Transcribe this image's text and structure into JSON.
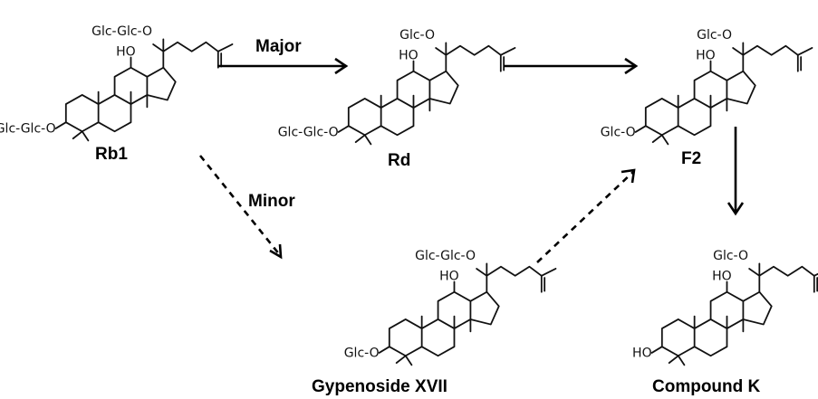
{
  "molecules": [
    {
      "id": "rb1",
      "label": "Rb1",
      "top_substituent": "Glc-Glc-O",
      "hydroxyl": "HO",
      "ring_a_substituent": "Glc-Glc-O"
    },
    {
      "id": "rd",
      "label": "Rd",
      "top_substituent": "Glc-O",
      "hydroxyl": "HO",
      "ring_a_substituent": "Glc-Glc-O"
    },
    {
      "id": "f2",
      "label": "F2",
      "top_substituent": "Glc-O",
      "hydroxyl": "HO",
      "ring_a_substituent": "Glc-O"
    },
    {
      "id": "gypenoside-xvii",
      "label": "Gypenoside XVII",
      "top_substituent": "Glc-Glc-O",
      "hydroxyl": "HO",
      "ring_a_substituent": "Glc-O"
    },
    {
      "id": "compound-k",
      "label": "Compound K",
      "top_substituent": "Glc-O",
      "hydroxyl": "HO",
      "ring_a_substituent": "HO"
    }
  ],
  "pathways": {
    "major": "Major",
    "minor": "Minor"
  }
}
